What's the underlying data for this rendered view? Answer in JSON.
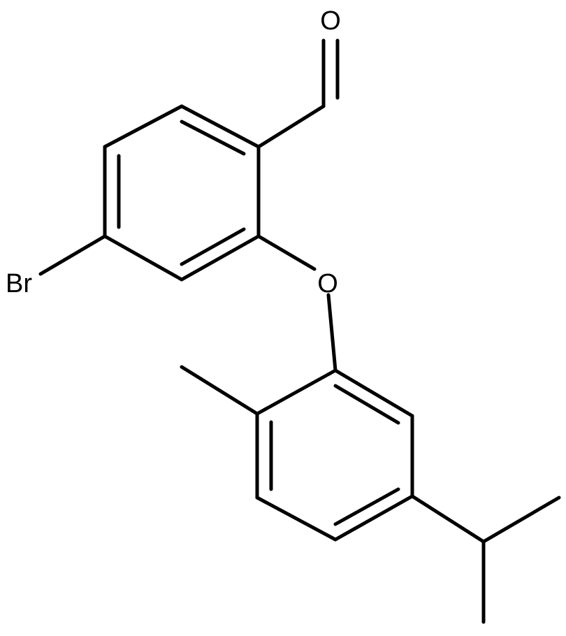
{
  "molecule": {
    "atoms": {
      "oxygen_carbonyl": "O",
      "oxygen_ether": "O",
      "bromine": "Br"
    }
  }
}
